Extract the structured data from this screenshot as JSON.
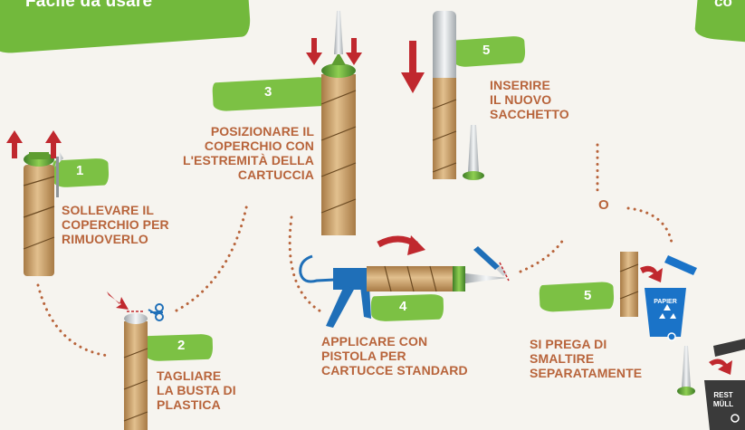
{
  "header": {
    "title": "Facile da usare",
    "right_fragment": "co"
  },
  "steps": [
    {
      "number": "1",
      "text": "SOLLEVARE IL\nCOPERCHIO PER\nRIMUOVERLO"
    },
    {
      "number": "2",
      "text": "TAGLIARE\nLA BUSTA DI\nPLASTICA"
    },
    {
      "number": "3",
      "text": "POSIZIONARE IL\nCOPERCHIO CON\nL'ESTREMITÀ DELLA\nCARTUCCIA"
    },
    {
      "number": "4",
      "text": "APPLICARE CON\nPISTOLA PER\nCARTUCCE STANDARD"
    },
    {
      "number": "5",
      "text": "INSERIRE\nIL NUOVO\nSACCHETTO"
    },
    {
      "number": "5",
      "text": "SI PREGA DI\nSMALTIRE\nSEPARATAMENTE"
    }
  ],
  "or_label": "O",
  "bins": {
    "paper_label": "PAPIER",
    "rest_label_line1": "REST",
    "rest_label_line2": "MÜLL"
  },
  "colors": {
    "green": "#7cc144",
    "label_brown": "#b8643b",
    "arrow_red": "#c0282e",
    "bin_blue": "#1a73c8",
    "bin_dark": "#3a3a3a",
    "tube_tan": "#c9a06a",
    "cap_green": "#6fae3a",
    "gun_blue": "#1f6fb8"
  },
  "icons": [
    "arrow-up-icon",
    "arrow-down-icon",
    "scissors-icon",
    "cutter-knife-icon",
    "recycle-icon",
    "caulking-gun-icon",
    "nozzle-icon",
    "paper-bin-icon",
    "rest-bin-icon"
  ]
}
